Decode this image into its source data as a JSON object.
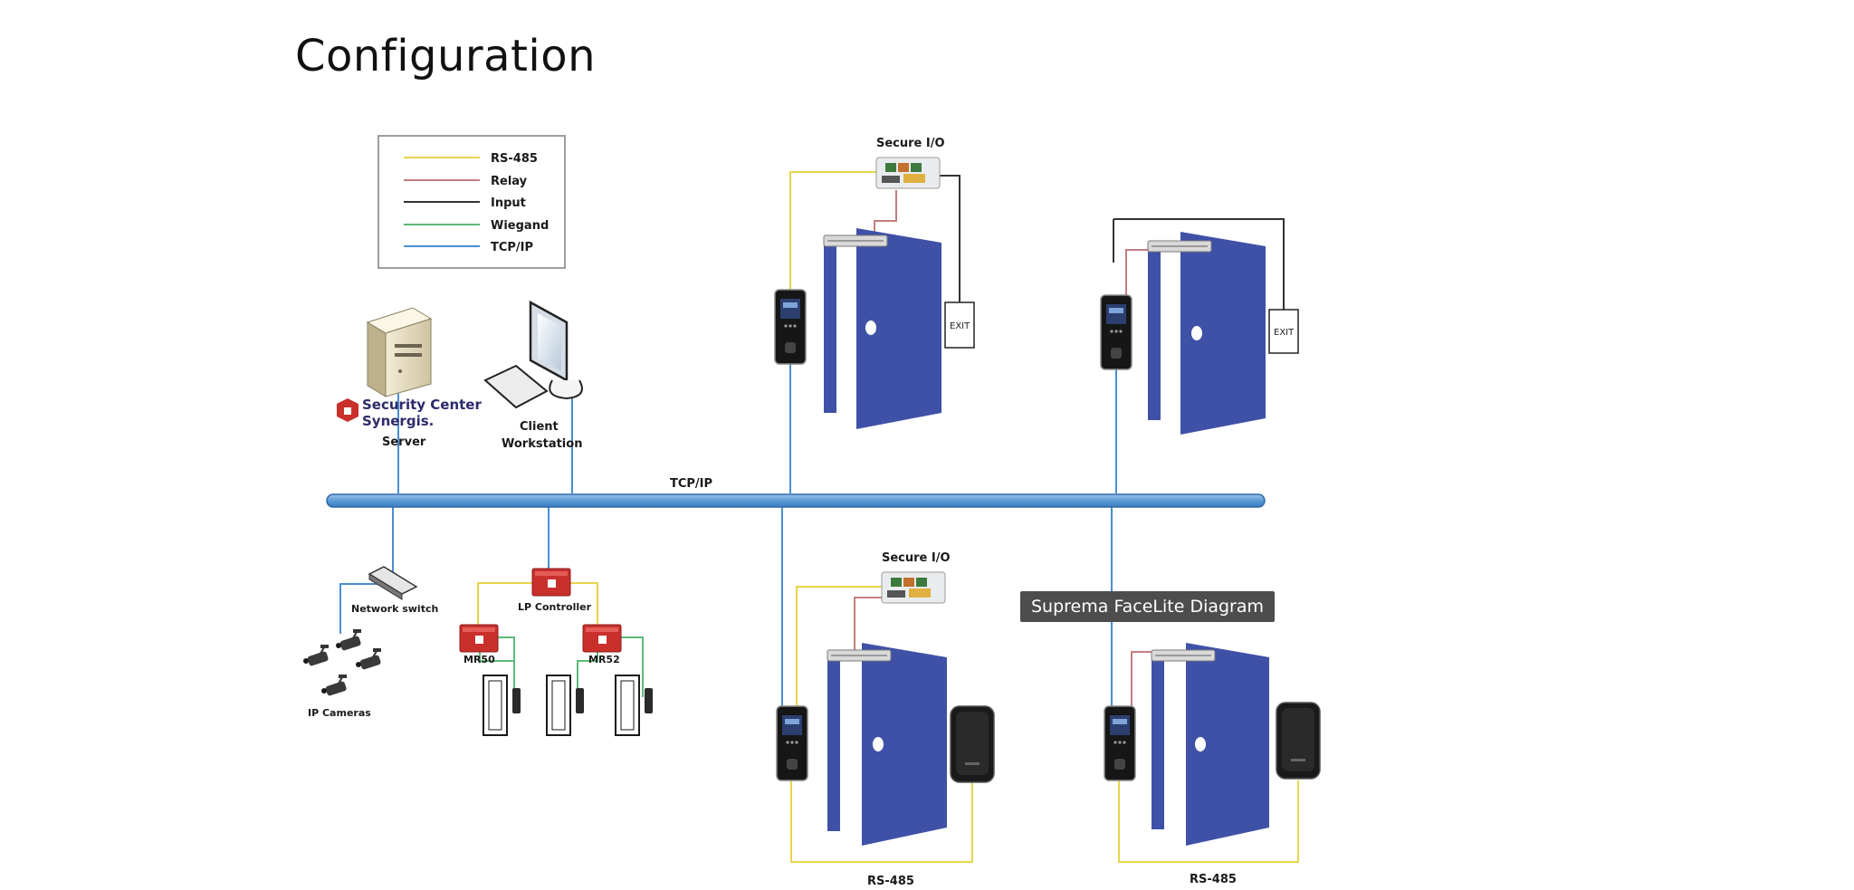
{
  "page": {
    "title": "Configuration"
  },
  "legend": {
    "items": [
      {
        "label": "RS-485",
        "color": "#e8d44d"
      },
      {
        "label": "Relay",
        "color": "#c47e7e"
      },
      {
        "label": "Input",
        "color": "#333333"
      },
      {
        "label": "Wiegand",
        "color": "#5bbb78"
      },
      {
        "label": "TCP/IP",
        "color": "#4a8ed1"
      }
    ]
  },
  "nodes": {
    "server_brand_line1": "Security Center",
    "server_brand_line2": "Synergis.",
    "server": "Server",
    "client_line1": "Client",
    "client_line2": "Workstation",
    "network_switch": "Network switch",
    "ip_cameras": "IP Cameras",
    "lp_controller": "LP Controller",
    "mr50": "MR50",
    "mr52": "MR52",
    "secure_io_top": "Secure I/O",
    "secure_io_bottom": "Secure I/O",
    "exit_1": "EXIT",
    "exit_2": "EXIT"
  },
  "bus": {
    "label": "TCP/IP"
  },
  "rs485_labels": {
    "left": "RS-485",
    "right": "RS-485"
  },
  "tooltip": {
    "text": "Suprema FaceLite Diagram"
  },
  "colors": {
    "door": "#3f51a6",
    "bus": "#5b9bd5",
    "red_device": "#c9302c"
  }
}
